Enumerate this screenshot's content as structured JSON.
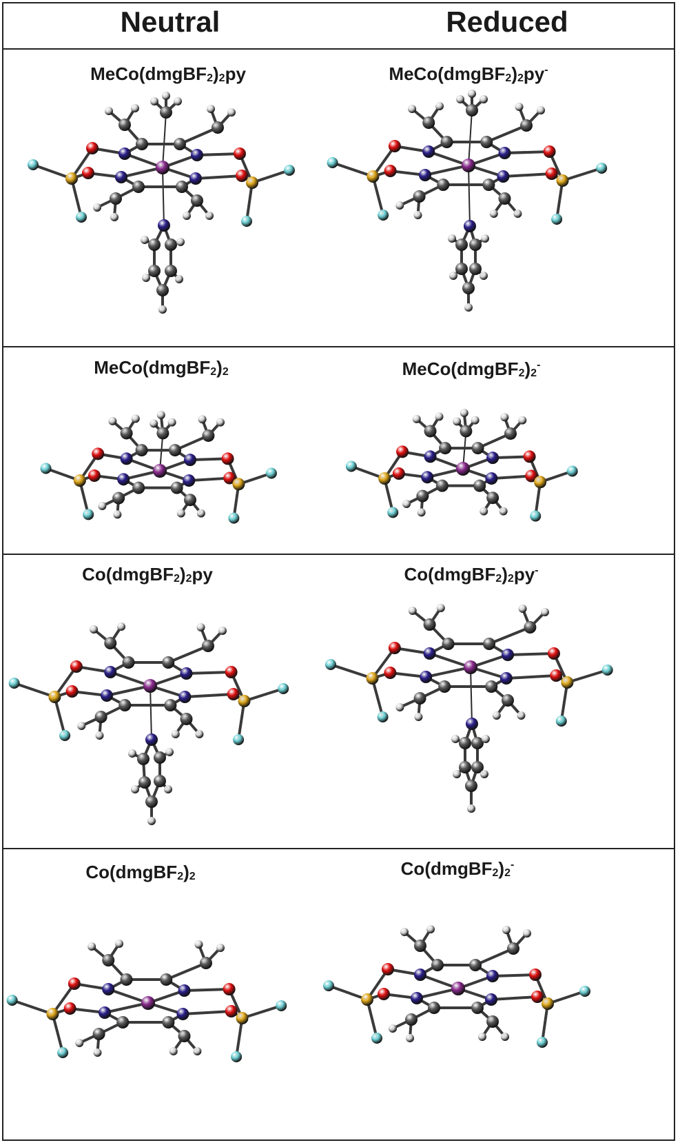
{
  "headers": {
    "neutral": "Neutral",
    "reduced": "Reduced"
  },
  "rows": [
    {
      "left": {
        "base": "MeCo(dmgBF",
        "sub1": "2",
        "mid": ")",
        "sub2": "2",
        "tail": "py",
        "sup": ""
      },
      "right": {
        "base": "MeCo(dmgBF",
        "sub1": "2",
        "mid": ")",
        "sub2": "2",
        "tail": "py",
        "sup": "-"
      }
    },
    {
      "left": {
        "base": "MeCo(dmgBF",
        "sub1": "2",
        "mid": ")",
        "sub2": "2",
        "tail": "",
        "sup": ""
      },
      "right": {
        "base": "MeCo(dmgBF",
        "sub1": "2",
        "mid": ")",
        "sub2": "2",
        "tail": "",
        "sup": "-"
      }
    },
    {
      "left": {
        "base": "Co(dmgBF",
        "sub1": "2",
        "mid": ")",
        "sub2": "2",
        "tail": "py",
        "sup": ""
      },
      "right": {
        "base": "Co(dmgBF",
        "sub1": "2",
        "mid": ")",
        "sub2": "2",
        "tail": "py",
        "sup": "-"
      }
    },
    {
      "left": {
        "base": "Co(dmgBF",
        "sub1": "2",
        "mid": ")",
        "sub2": "2",
        "tail": "",
        "sup": ""
      },
      "right": {
        "base": "Co(dmgBF",
        "sub1": "2",
        "mid": ")",
        "sub2": "2",
        "tail": "",
        "sup": "-"
      }
    }
  ],
  "atom_colors": {
    "cobalt": "#8a2a8e",
    "nitrogen": "#2a1f8a",
    "oxygen": "#e01010",
    "boron": "#e0a81a",
    "fluorine": "#6fd2d6",
    "carbon": "#5a5a5a",
    "hydrogen": "#d8d8d8"
  }
}
